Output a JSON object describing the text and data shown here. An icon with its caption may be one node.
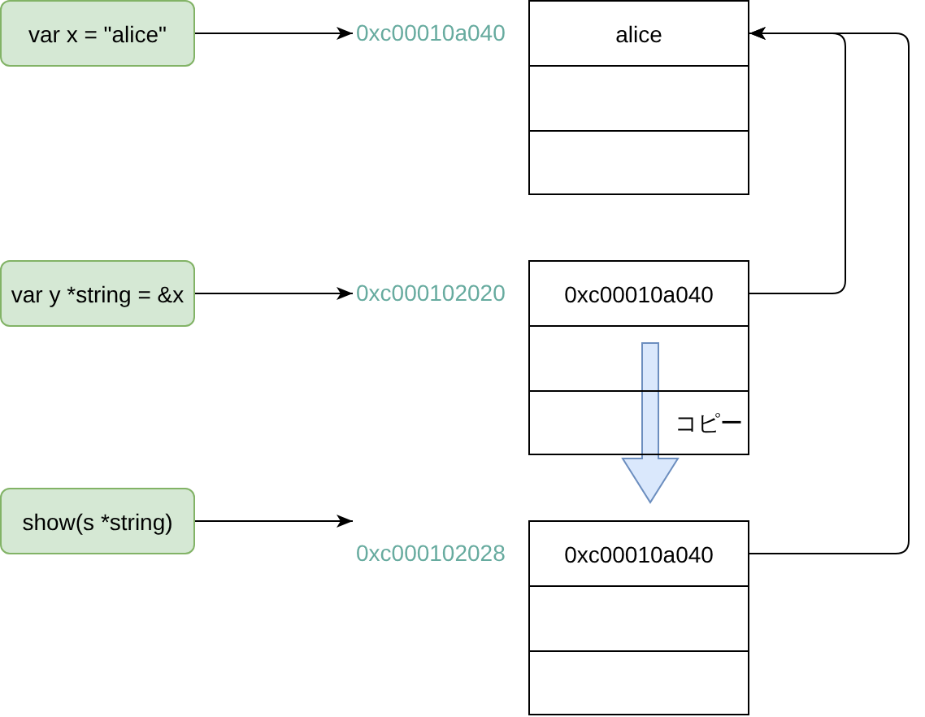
{
  "diagram": {
    "nodes": [
      {
        "text": [
          "var x = \"alice\""
        ]
      },
      {
        "text": [
          "0xc00010a040"
        ]
      },
      {
        "text": [
          "alice"
        ]
      },
      {
        "text": [],
        "shape": "box"
      },
      {
        "text": [],
        "shape": "box"
      },
      {
        "text": [
          "var y *string = &x"
        ]
      },
      {
        "text": [
          "0xc000102020"
        ]
      },
      {
        "text": [
          "0xc00010a040"
        ]
      },
      {
        "text": [],
        "shape": "box"
      },
      {
        "text": [],
        "shape": "box"
      },
      {
        "text": [
          "show(s *string)"
        ]
      },
      {
        "text": [
          "0xc000102028"
        ]
      },
      {
        "text": [
          "0xc00010a040"
        ]
      },
      {
        "text": [],
        "shape": "box"
      },
      {
        "text": [],
        "shape": "box"
      }
    ],
    "edges": [
      {
        "from": 0,
        "to": 1,
        "arrow": "to"
      },
      {
        "from": 5,
        "to": 6,
        "arrow": "to"
      },
      {
        "from": 10,
        "to": 11,
        "arrow": "to"
      },
      {
        "from": 7,
        "to": 2,
        "arrow": "to"
      },
      {
        "from": 12,
        "to": 2,
        "arrow": "to"
      },
      {
        "from": 7,
        "to": 12,
        "arrow": "to",
        "label": "コピー",
        "style": "thick",
        "color": "#6c8ebf"
      }
    ]
  }
}
